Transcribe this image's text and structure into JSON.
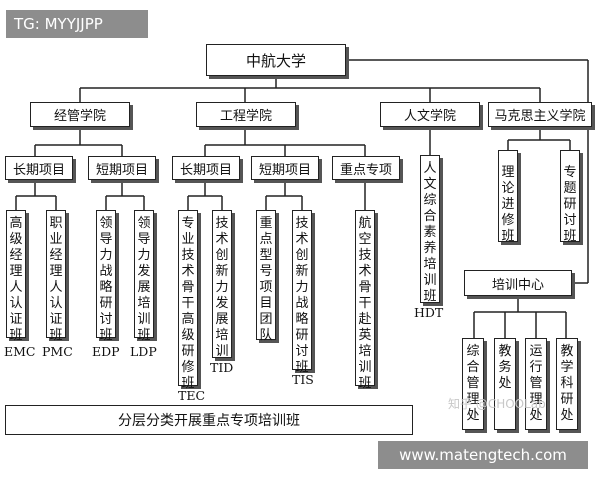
{
  "watermark_tag": "TG: MYYJJPP",
  "watermark_site": "www.matengtech.com",
  "ghost_watermark": "知乎 @CHOOLab",
  "root": "中航大学",
  "schools": {
    "econ": "经管学院",
    "eng": "工程学院",
    "hum": "人文学院",
    "marx": "马克思主义学院"
  },
  "categories": {
    "econ_long": "长期项目",
    "econ_short": "短期项目",
    "eng_long": "长期项目",
    "eng_short": "短期项目",
    "eng_key": "重点专项"
  },
  "programs": {
    "emc": "高级经理人认证班",
    "pmc": "职业经理人认证班",
    "edp": "领导力战略研讨班",
    "ldp": "领导力发展培训班",
    "tec": "专业技术骨干高级研修班",
    "tid": "技术创新力发展培训",
    "team": "重点型号项目团队",
    "tis": "技术创新力战略研讨班",
    "aero": "航空技术骨干赴英培训班",
    "hdt": "人文综合素养培训班",
    "theory": "理论进修班",
    "special": "专题研讨班"
  },
  "codes": {
    "emc": "EMC",
    "pmc": "PMC",
    "edp": "EDP",
    "ldp": "LDP",
    "tec": "TEC",
    "tid": "TID",
    "tis": "TIS",
    "hdt": "HDT"
  },
  "training_center": "培训中心",
  "center_units": {
    "admin": "综合管理处",
    "teaching": "教务处",
    "ops": "运行管理处",
    "research": "教学科研处"
  },
  "bottom_bar": "分层分类开展重点专项培训班"
}
